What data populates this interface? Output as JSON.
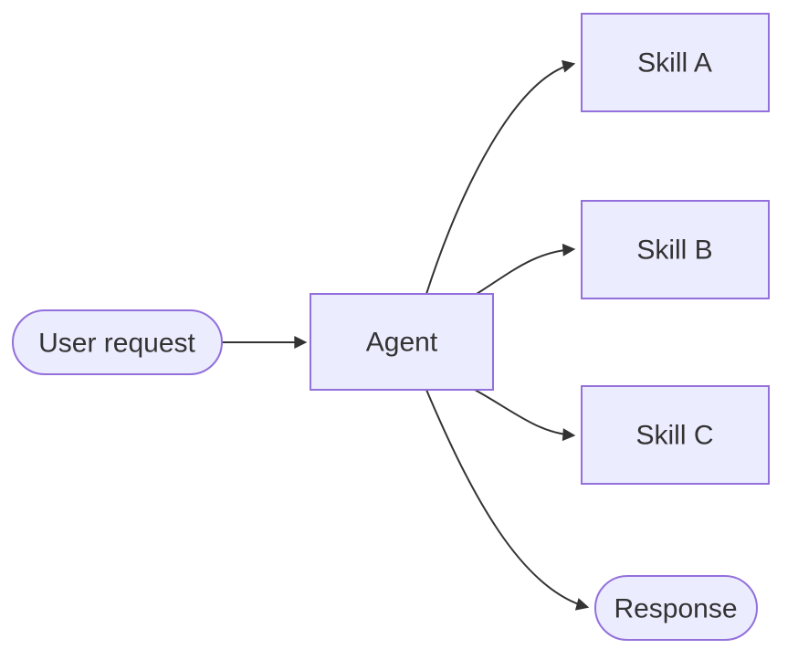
{
  "diagram": {
    "type": "flowchart",
    "direction": "left-to-right",
    "nodes": [
      {
        "id": "user_request",
        "label": "User request",
        "shape": "stadium"
      },
      {
        "id": "agent",
        "label": "Agent",
        "shape": "rectangle"
      },
      {
        "id": "skill_a",
        "label": "Skill A",
        "shape": "rectangle"
      },
      {
        "id": "skill_b",
        "label": "Skill B",
        "shape": "rectangle"
      },
      {
        "id": "skill_c",
        "label": "Skill C",
        "shape": "rectangle"
      },
      {
        "id": "response",
        "label": "Response",
        "shape": "stadium"
      }
    ],
    "edges": [
      {
        "from": "user_request",
        "to": "agent"
      },
      {
        "from": "agent",
        "to": "skill_a"
      },
      {
        "from": "agent",
        "to": "skill_b"
      },
      {
        "from": "agent",
        "to": "skill_c"
      },
      {
        "from": "agent",
        "to": "response"
      }
    ],
    "colors": {
      "node_fill": "#ECECFF",
      "node_border": "#9370DB",
      "edge_stroke": "#333333",
      "label_text": "#333333",
      "background": "#FFFFFF"
    }
  }
}
